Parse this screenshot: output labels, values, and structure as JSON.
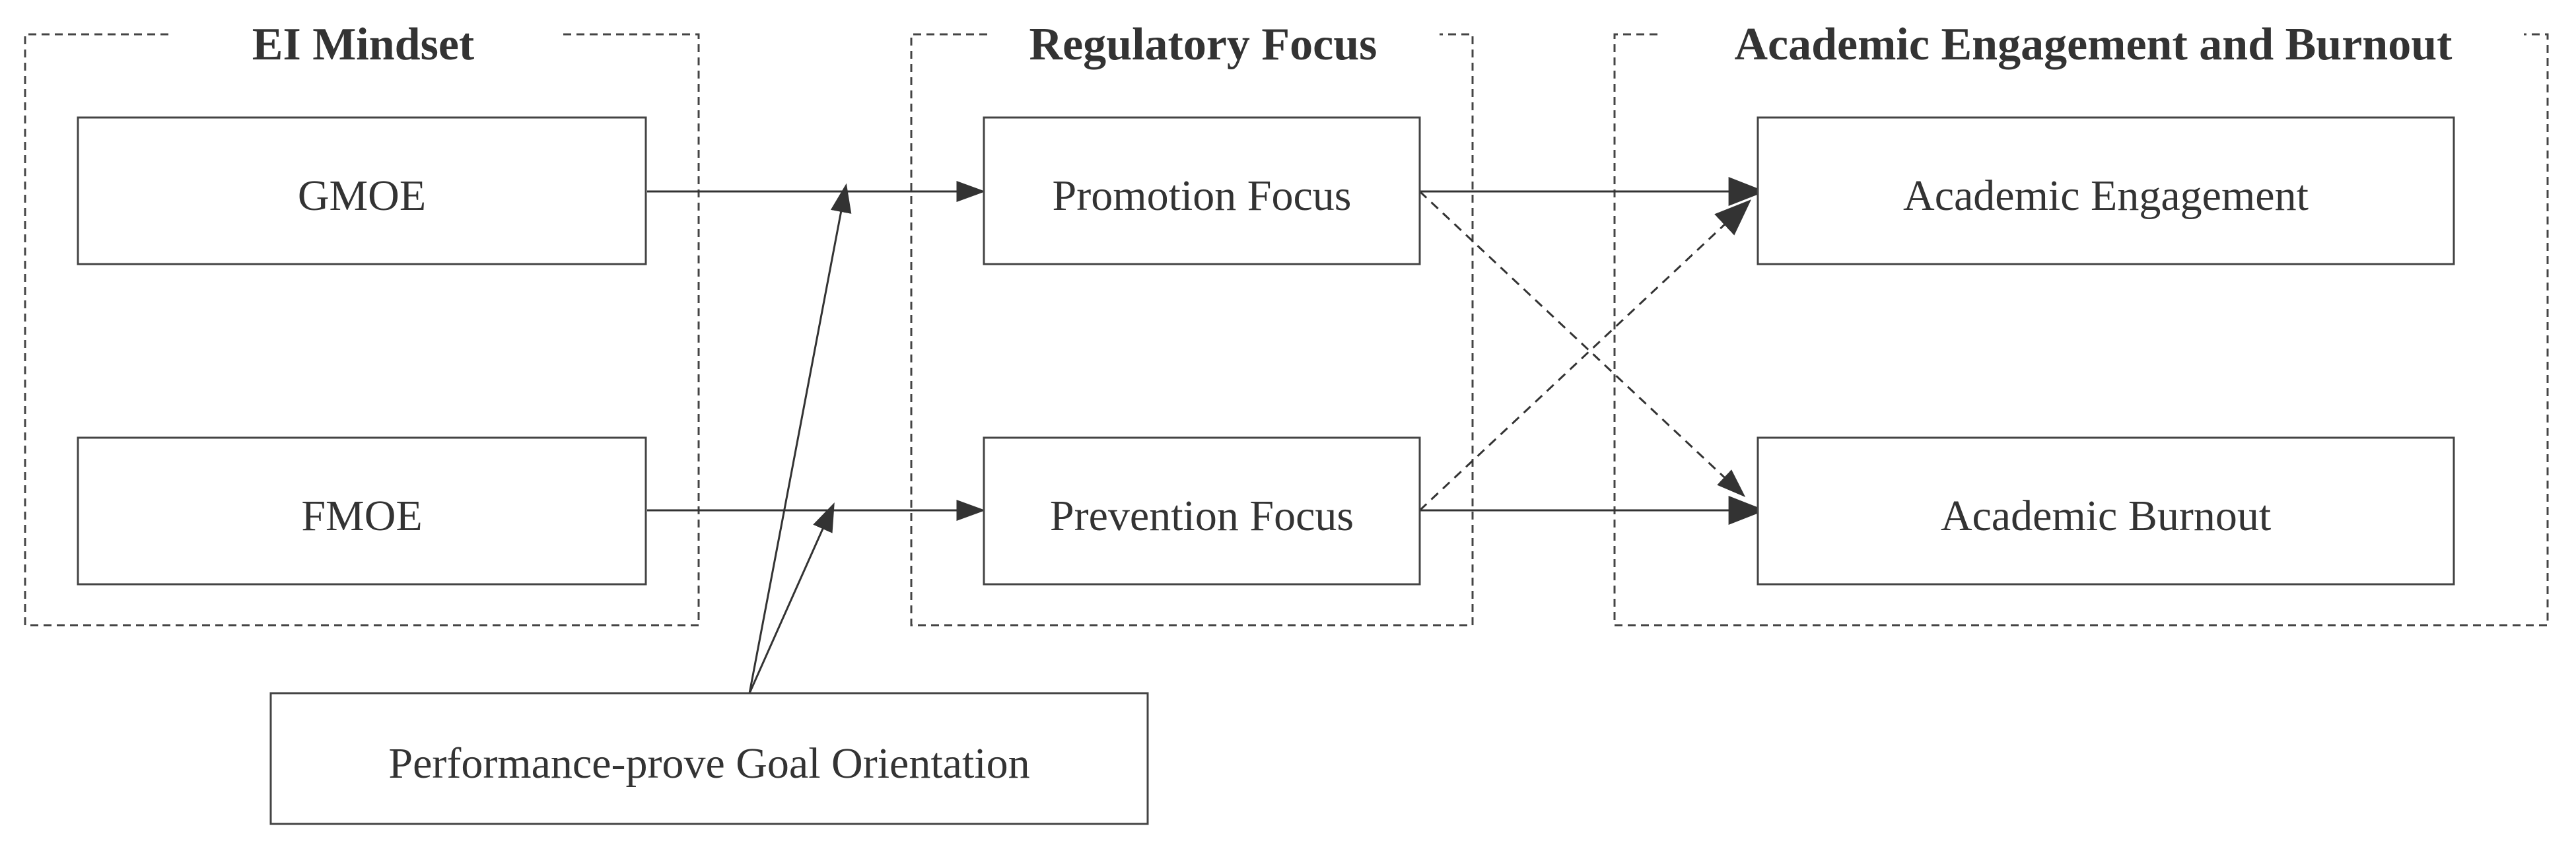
{
  "groups": {
    "ei_mindset": "EI Mindset",
    "regulatory_focus": "Regulatory Focus",
    "engagement_burnout": "Academic Engagement and Burnout"
  },
  "nodes": {
    "gmoe": "GMOE",
    "fmoe": "FMOE",
    "promotion": "Promotion Focus",
    "prevention": "Prevention Focus",
    "engagement": "Academic Engagement",
    "burnout": "Academic Burnout",
    "goal_orientation": "Performance-prove Goal Orientation"
  },
  "edges": [
    {
      "from": "GMOE",
      "to": "Promotion Focus",
      "style": "solid"
    },
    {
      "from": "FMOE",
      "to": "Prevention Focus",
      "style": "solid"
    },
    {
      "from": "Performance-prove Goal Orientation",
      "to": "GMOE → Promotion Focus",
      "style": "solid",
      "kind": "moderation"
    },
    {
      "from": "Performance-prove Goal Orientation",
      "to": "FMOE → Prevention Focus",
      "style": "solid",
      "kind": "moderation"
    },
    {
      "from": "Promotion Focus",
      "to": "Academic Engagement",
      "style": "solid"
    },
    {
      "from": "Prevention Focus",
      "to": "Academic Burnout",
      "style": "solid"
    },
    {
      "from": "Promotion Focus",
      "to": "Academic Burnout",
      "style": "dashed"
    },
    {
      "from": "Prevention Focus",
      "to": "Academic Engagement",
      "style": "dashed"
    }
  ],
  "colors": {
    "line": "#333333",
    "text": "#333333",
    "background": "#ffffff"
  }
}
